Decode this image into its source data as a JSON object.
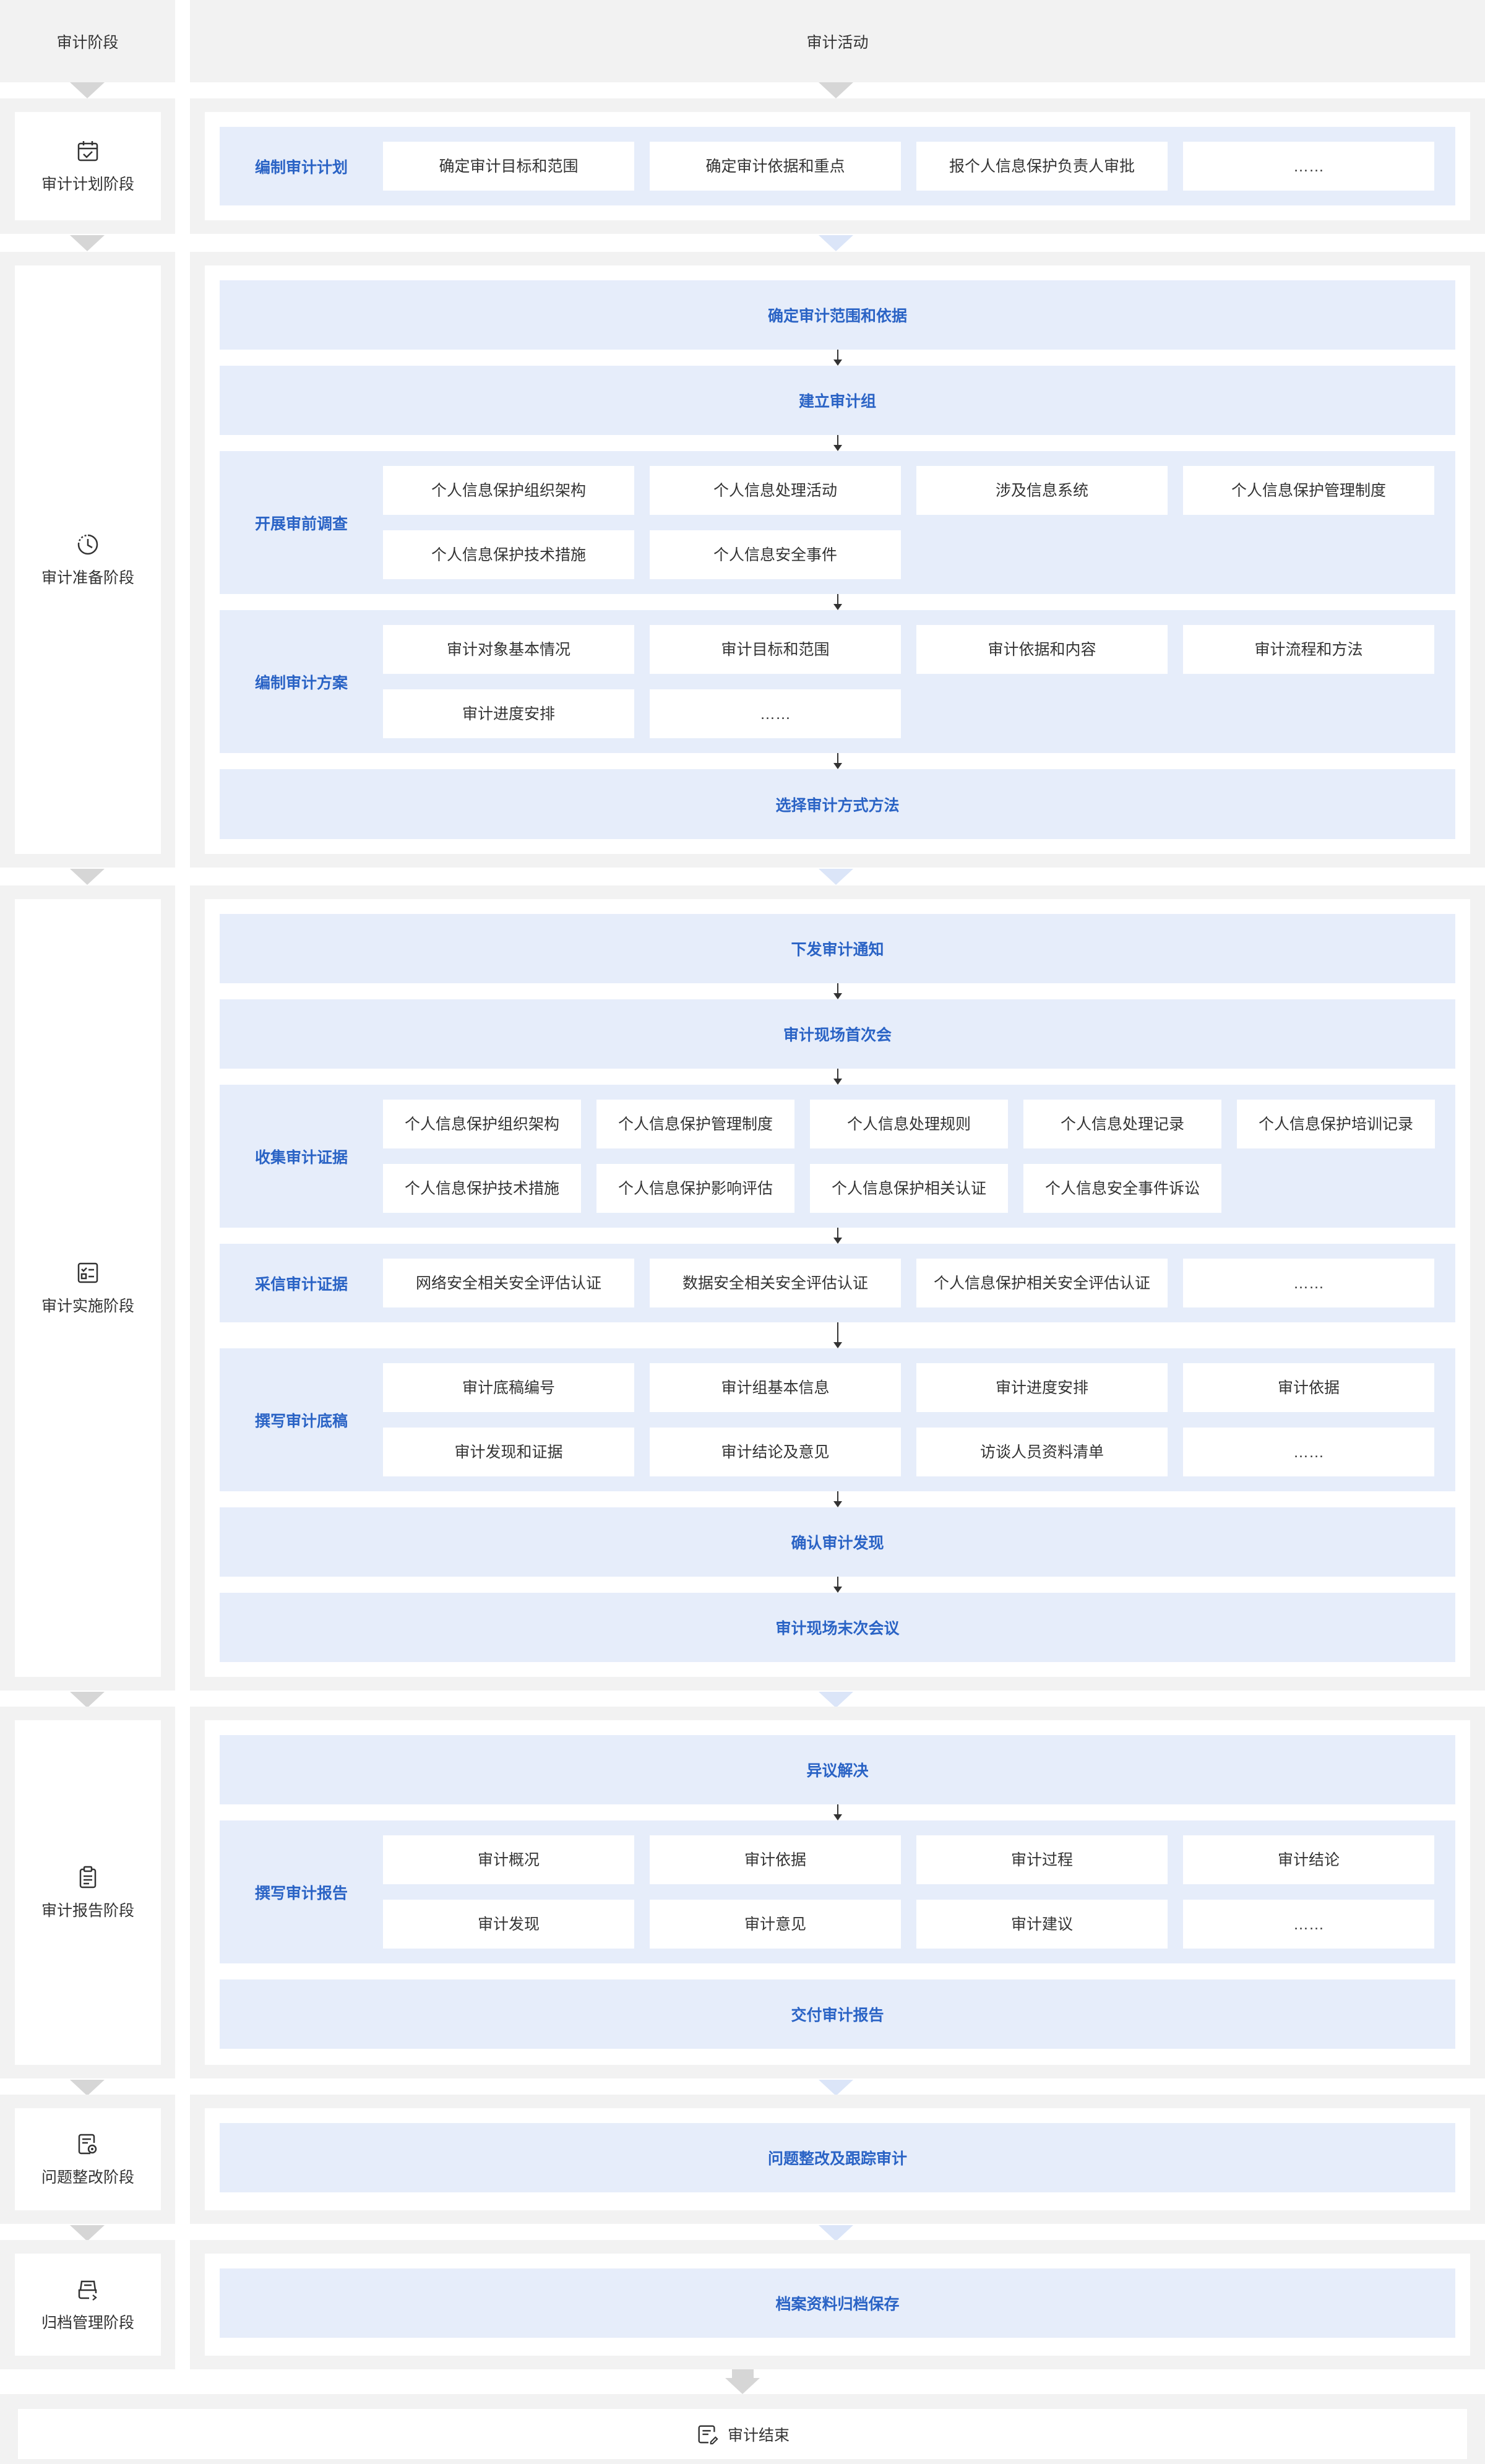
{
  "header": {
    "stage_col": "审计阶段",
    "activity_col": "审计活动"
  },
  "stages": {
    "planning": {
      "label": "审计计划阶段",
      "icon": "calendar-check-icon"
    },
    "preparation": {
      "label": "审计准备阶段",
      "icon": "clock-icon"
    },
    "implementation": {
      "label": "审计实施阶段",
      "icon": "checklist-icon"
    },
    "report": {
      "label": "审计报告阶段",
      "icon": "clipboard-icon"
    },
    "rectification": {
      "label": "问题整改阶段",
      "icon": "document-search-icon"
    },
    "archive": {
      "label": "归档管理阶段",
      "icon": "archive-icon"
    }
  },
  "planning": {
    "row_label": "编制审计计划",
    "items": [
      "确定审计目标和范围",
      "确定审计依据和重点",
      "报个人信息保护负责人审批",
      "……"
    ]
  },
  "preparation": {
    "step1": "确定审计范围和依据",
    "step2": "建立审计组",
    "survey": {
      "label": "开展审前调查",
      "items": [
        "个人信息保护组织架构",
        "个人信息处理活动",
        "涉及信息系统",
        "个人信息保护管理制度",
        "个人信息保护技术措施",
        "个人信息安全事件"
      ]
    },
    "plan": {
      "label": "编制审计方案",
      "items": [
        "审计对象基本情况",
        "审计目标和范围",
        "审计依据和内容",
        "审计流程和方法",
        "审计进度安排",
        "……"
      ]
    },
    "step5": "选择审计方式方法"
  },
  "implementation": {
    "step1": "下发审计通知",
    "step2": "审计现场首次会",
    "collect": {
      "label": "收集审计证据",
      "items": [
        "个人信息保护组织架构",
        "个人信息保护管理制度",
        "个人信息处理规则",
        "个人信息处理记录",
        "个人信息保护培训记录",
        "个人信息保护技术措施",
        "个人信息保护影响评估",
        "个人信息保护相关认证",
        "个人信息安全事件诉讼"
      ]
    },
    "adopt": {
      "label": "采信审计证据",
      "items": [
        "网络安全相关安全评估认证",
        "数据安全相关安全评估认证",
        "个人信息保护相关安全评估认证",
        "……"
      ]
    },
    "draft": {
      "label": "撰写审计底稿",
      "items": [
        "审计底稿编号",
        "审计组基本信息",
        "审计进度安排",
        "审计依据",
        "审计发现和证据",
        "审计结论及意见",
        "访谈人员资料清单",
        "……"
      ]
    },
    "step6": "确认审计发现",
    "step7": "审计现场末次会议"
  },
  "report": {
    "step1": "异议解决",
    "write": {
      "label": "撰写审计报告",
      "items": [
        "审计概况",
        "审计依据",
        "审计过程",
        "审计结论",
        "审计发现",
        "审计意见",
        "审计建议",
        "……"
      ]
    },
    "step3": "交付审计报告"
  },
  "rectification": {
    "step1": "问题整改及跟踪审计"
  },
  "archive": {
    "step1": "档案资料归档保存"
  },
  "end": {
    "label": "审计结束",
    "icon": "document-edit-icon"
  },
  "colors": {
    "accent_text": "#2a63c5",
    "panel_blue": "#e6edfa",
    "background_gray": "#f2f2f2"
  }
}
